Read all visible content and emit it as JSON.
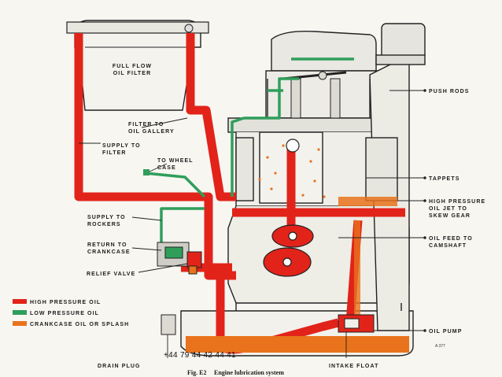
{
  "labels": {
    "filter_line1": "FULL FLOW",
    "filter_line2": "OIL FILTER",
    "filter_gallery_1": "FILTER TO",
    "filter_gallery_2": "OIL GALLERY",
    "supply_filter_1": "SUPPLY TO",
    "supply_filter_2": "FILTER",
    "wheel_case_1": "TO WHEEL",
    "wheel_case_2": "CASE",
    "supply_rockers_1": "SUPPLY TO",
    "supply_rockers_2": "ROCKERS",
    "return_crankcase_1": "RETURN TO",
    "return_crankcase_2": "CRANKCASE",
    "relief_valve": "RELIEF VALVE",
    "push_rods": "PUSH RODS",
    "tappets": "TAPPETS",
    "hp_jet_1": "HIGH PRESSURE",
    "hp_jet_2": "OIL JET TO",
    "hp_jet_3": "SKEW GEAR",
    "oil_feed_1": "OIL FEED TO",
    "oil_feed_2": "CAMSHAFT",
    "oil_pump": "OIL PUMP",
    "drain_plug": "DRAIN PLUG",
    "intake_float": "INTAKE FLOAT",
    "ref_code": "A 377"
  },
  "legend": [
    {
      "label": "HIGH PRESSURE OIL",
      "color": "#e2231a"
    },
    {
      "label": "LOW PRESSURE OIL",
      "color": "#2f9e5b"
    },
    {
      "label": "CRANKCASE OIL OR SPLASH",
      "color": "#e8731c"
    }
  ],
  "caption": {
    "fig": "Fig. E2",
    "title": "Engine lubrication system"
  },
  "overlay_text": "+44 79 44 42 44 41"
}
